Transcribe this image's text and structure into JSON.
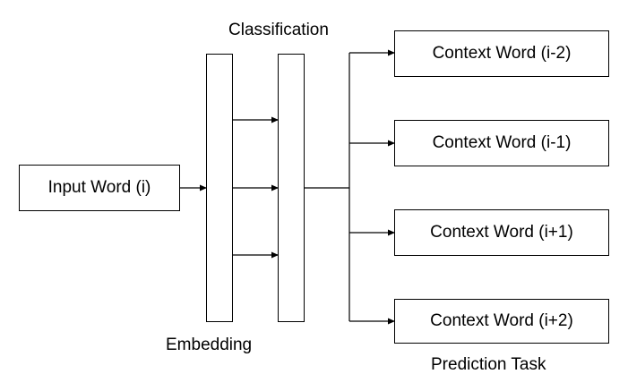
{
  "diagram": {
    "input_node": {
      "label": "Input Word (i)"
    },
    "embedding_layer": {
      "label": "Embedding"
    },
    "classification_layer": {
      "label": "Classification"
    },
    "context_nodes": [
      {
        "label": "Context Word (i-2)"
      },
      {
        "label": "Context Word (i-1)"
      },
      {
        "label": "Context Word (i+1)"
      },
      {
        "label": "Context Word (i+2)"
      }
    ],
    "prediction_task": {
      "label": "Prediction Task"
    }
  },
  "colors": {
    "line": "#000000",
    "background": "#ffffff"
  }
}
